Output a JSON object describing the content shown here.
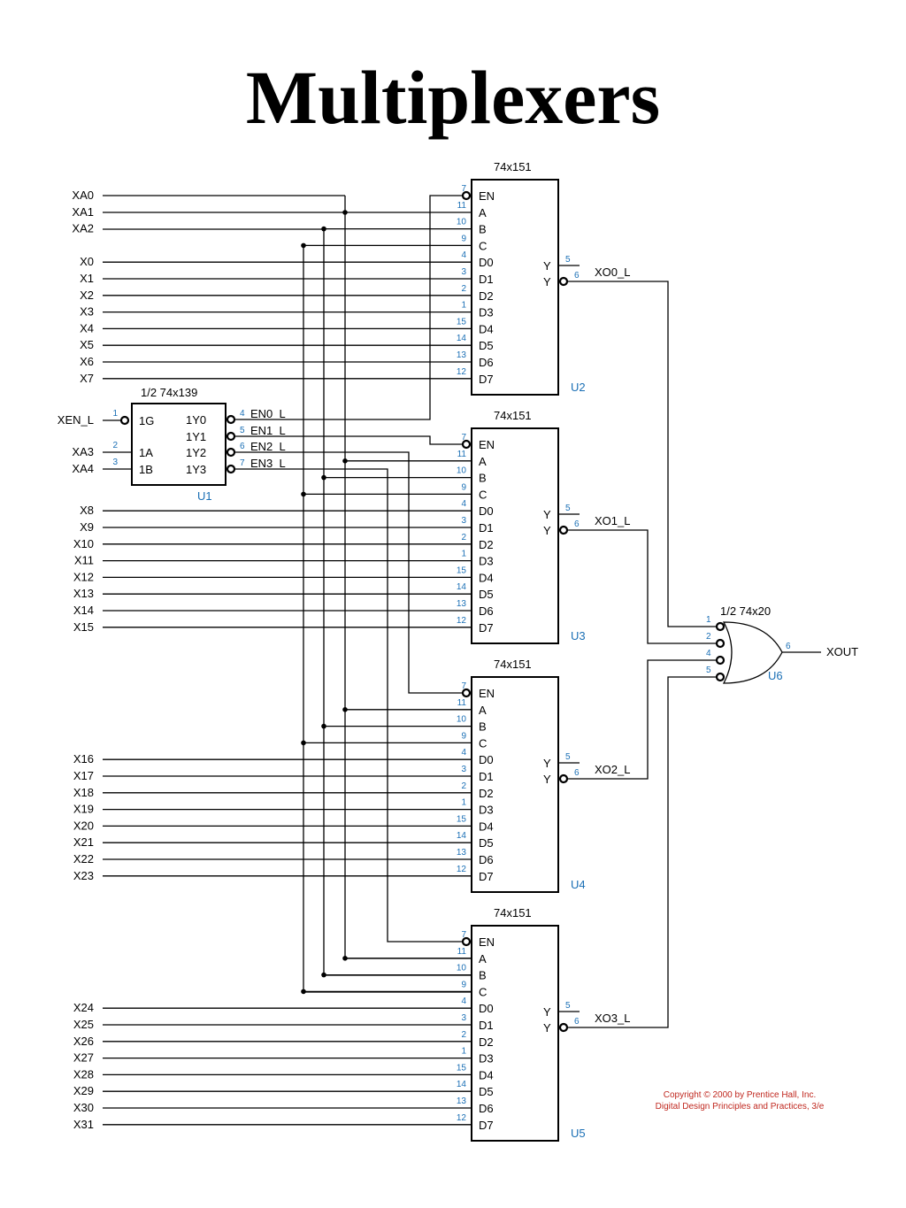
{
  "title": "Multiplexers",
  "colors": {
    "wire": "#000000",
    "pin_number": "#1a6fb5",
    "copyright": "#c0281f"
  },
  "mux_part": "74x151",
  "mux_pins": [
    {
      "name": "EN",
      "num": "7"
    },
    {
      "name": "A",
      "num": "11"
    },
    {
      "name": "B",
      "num": "10"
    },
    {
      "name": "C",
      "num": "9"
    },
    {
      "name": "D0",
      "num": "4"
    },
    {
      "name": "D1",
      "num": "3"
    },
    {
      "name": "D2",
      "num": "2"
    },
    {
      "name": "D3",
      "num": "1"
    },
    {
      "name": "D4",
      "num": "15"
    },
    {
      "name": "D5",
      "num": "14"
    },
    {
      "name": "D6",
      "num": "13"
    },
    {
      "name": "D7",
      "num": "12"
    }
  ],
  "mux_output_pins": [
    {
      "name": "Y",
      "num": "5"
    },
    {
      "name": "Y",
      "num": "6"
    }
  ],
  "select_inputs": [
    "XA0",
    "XA1",
    "XA2"
  ],
  "decoder": {
    "part": "1/2 74x139",
    "ref": "U1",
    "inputs": [
      {
        "label": "XEN_L",
        "pin": "1G",
        "num": "1"
      },
      {
        "label": "XA3",
        "pin": "1A",
        "num": "2"
      },
      {
        "label": "XA4",
        "pin": "1B",
        "num": "3"
      }
    ],
    "outputs": [
      {
        "pin": "1Y0",
        "num": "4",
        "net": "EN0_L"
      },
      {
        "pin": "1Y1",
        "num": "5",
        "net": "EN1_L"
      },
      {
        "pin": "1Y2",
        "num": "6",
        "net": "EN2_L"
      },
      {
        "pin": "1Y3",
        "num": "7",
        "net": "EN3_L"
      }
    ]
  },
  "muxes": [
    {
      "ref": "U2",
      "output": "XO0_L",
      "inputs": [
        "X0",
        "X1",
        "X2",
        "X3",
        "X4",
        "X5",
        "X6",
        "X7"
      ]
    },
    {
      "ref": "U3",
      "output": "XO1_L",
      "inputs": [
        "X8",
        "X9",
        "X10",
        "X11",
        "X12",
        "X13",
        "X14",
        "X15"
      ]
    },
    {
      "ref": "U4",
      "output": "XO2_L",
      "inputs": [
        "X16",
        "X17",
        "X18",
        "X19",
        "X20",
        "X21",
        "X22",
        "X23"
      ]
    },
    {
      "ref": "U5",
      "output": "XO3_L",
      "inputs": [
        "X24",
        "X25",
        "X26",
        "X27",
        "X28",
        "X29",
        "X30",
        "X31"
      ]
    }
  ],
  "nand_gate": {
    "part": "1/2 74x20",
    "ref": "U6",
    "input_pins": [
      "1",
      "2",
      "4",
      "5"
    ],
    "output_pin": "6",
    "output": "XOUT"
  },
  "copyright": [
    "Copyright © 2000 by Prentice Hall, Inc.",
    "Digital Design Principles and Practices, 3/e"
  ]
}
